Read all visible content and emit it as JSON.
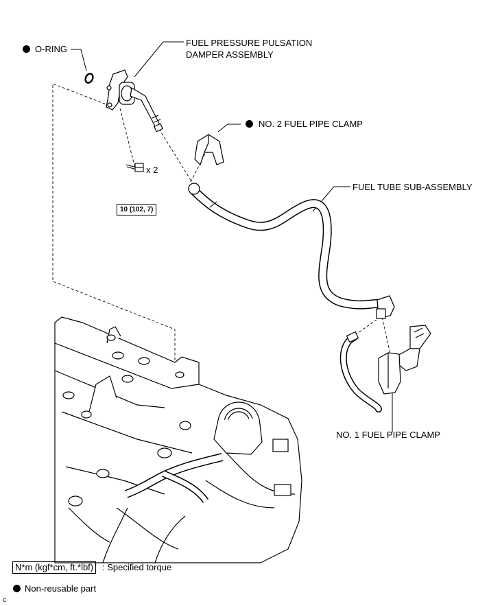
{
  "labels": {
    "o_ring": "O-RING",
    "damper_line1": "FUEL PRESSURE PULSATION",
    "damper_line2": "DAMPER ASSEMBLY",
    "clamp2": "NO. 2 FUEL PIPE CLAMP",
    "fuel_tube": "FUEL TUBE SUB-ASSEMBLY",
    "clamp1": "NO. 1 FUEL PIPE CLAMP",
    "bolt_qty": "x 2",
    "torque_value": "10 (102, 7)"
  },
  "legend": {
    "torque_units": "N*m (kgf*cm, ft.*lbf)",
    "torque_text": ": Specified torque",
    "nonreusable_text": "Non-reusable part"
  },
  "corner_mark": "c",
  "colors": {
    "line": "#000000",
    "background": "#ffffff"
  }
}
